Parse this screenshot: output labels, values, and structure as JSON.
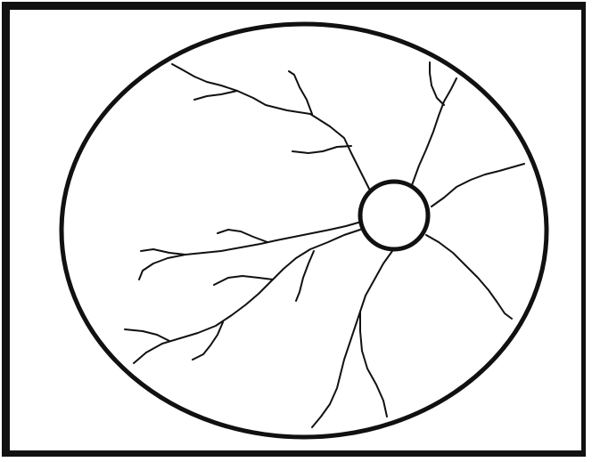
{
  "figure": {
    "ink_color": "#111111",
    "paper_color": "#ffffff",
    "elements": [
      "fundus-outline",
      "optic-disc",
      "retinal-vessels"
    ]
  }
}
